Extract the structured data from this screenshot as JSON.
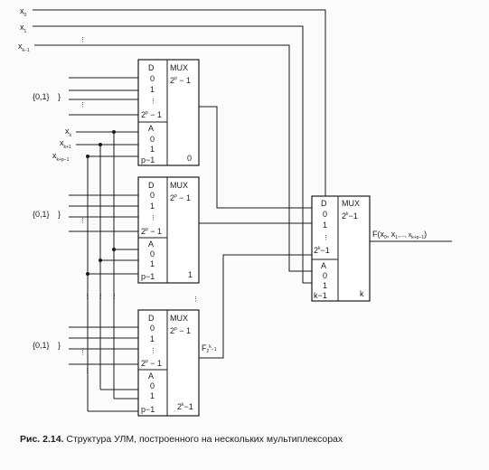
{
  "inputs": {
    "x0": "x",
    "x0_sub": "0",
    "x1": "x",
    "x1_sub": "1",
    "xk1": "x",
    "xk1_sub": "k−1",
    "xk": "x",
    "xk_sub": "k",
    "xk_1": "x",
    "xk_1_sub": "k+1",
    "xlast": "x",
    "xlast_sub": "k+p−1",
    "const_set": "{0,1}"
  },
  "mux_labels": {
    "title": "MUX",
    "d": "D",
    "a": "A",
    "zero": "0",
    "one": "1",
    "dots": "⋮",
    "two": "2",
    "two_p_minus_1_exp": "p",
    "two_p_minus_1_rest": " − 1",
    "p_minus_1": "p−1",
    "k_minus_1": "k−1",
    "two_k_minus_1_exp": "k",
    "two_k_minus_1_rest": "−1"
  },
  "mux_indices": {
    "mux0": "0",
    "mux1": "1",
    "muxlast": "2",
    "muxlast_exp": "k",
    "muxlast_rest": "−1",
    "final": "k"
  },
  "outputs": {
    "f_last": "F",
    "f_last_sub": "2",
    "f_last_exp": "k",
    "f_last_rest": "−1",
    "f_main": "F(x",
    "f_main_rest": "0",
    "f_main_mid": ", x",
    "f_main_sub2": "1",
    "f_main_dots": ",..., x",
    "f_main_sub3": "k+p−1",
    "f_main_close": ")"
  },
  "caption": {
    "label": "Рис. 2.14.",
    "text": " Структура УЛМ, построенного на нескольких мультиплексорах"
  }
}
